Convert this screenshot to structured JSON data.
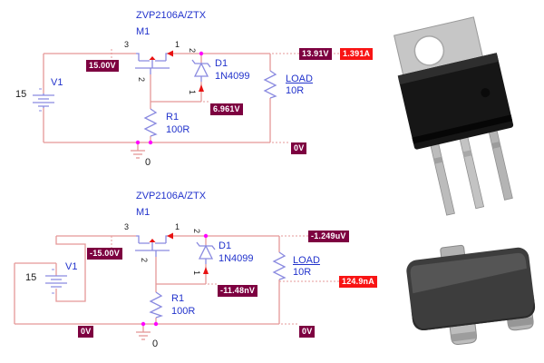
{
  "colors": {
    "wire": "#e59898",
    "component": "#8a8ae0",
    "label_blue": "#2233cc",
    "voltage_badge": "#7d0040",
    "current_badge": "#f81414",
    "junction_dot": "#ff00ff",
    "arrow_red": "#e81212"
  },
  "top_circuit": {
    "title": "ZVP2106A/ZTX",
    "mosfet": {
      "ref": "M1",
      "pin_gate": "3",
      "pin_source": "1",
      "pin_drain": "2"
    },
    "source": {
      "ref": "V1",
      "value": "15"
    },
    "zener": {
      "ref": "D1",
      "part": "1N4099",
      "pin_top": "2",
      "pin_bottom": "1"
    },
    "resistor": {
      "ref": "R1",
      "value": "100R"
    },
    "load": {
      "ref": "LOAD",
      "value": "10R"
    },
    "ground_label": "0",
    "annotations": {
      "gate_v": "15.00V",
      "source_v": "6.961V",
      "out_v": "13.91V",
      "out_i": "1.391A",
      "gnd_v": "0V"
    }
  },
  "bottom_circuit": {
    "title": "ZVP2106A/ZTX",
    "mosfet": {
      "ref": "M1",
      "pin_gate": "3",
      "pin_source": "1",
      "pin_drain": "2"
    },
    "source": {
      "ref": "V1",
      "value": "15"
    },
    "zener": {
      "ref": "D1",
      "part": "1N4099",
      "pin_top": "2",
      "pin_bottom": "1"
    },
    "resistor": {
      "ref": "R1",
      "value": "100R"
    },
    "load": {
      "ref": "LOAD",
      "value": "10R"
    },
    "ground_label": "0",
    "annotations": {
      "gate_v": "-15.00V",
      "source_v": "-11.48nV",
      "out_v": "-1.249uV",
      "out_i": "124.9nA",
      "gnd_left": "0V",
      "gnd_right": "0V"
    }
  }
}
